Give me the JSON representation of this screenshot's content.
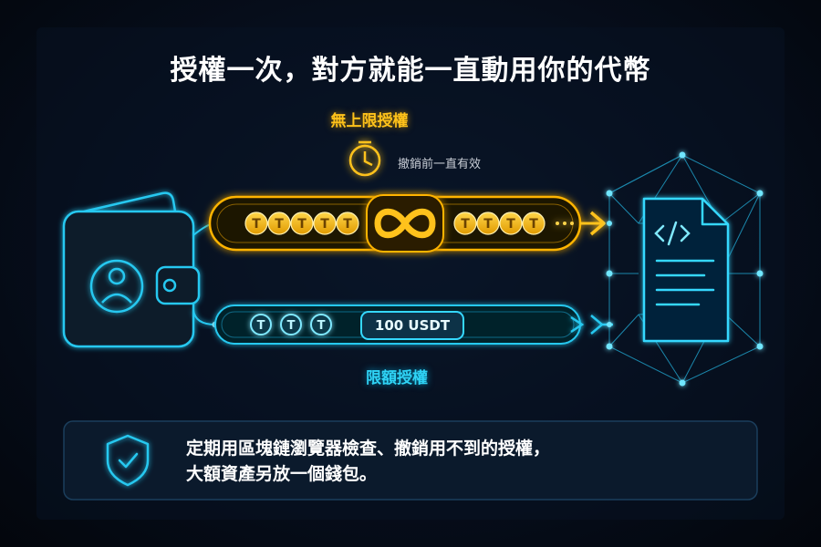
{
  "title": "授權一次，對方就能一直動用你的代幣",
  "unlimited": {
    "label": "無上限授權",
    "note": "撤銷前一直有效"
  },
  "limited": {
    "label": "限額授權",
    "amount": "100 USDT"
  },
  "tip": {
    "line1": "定期用區塊鏈瀏覽器檢查、撤銷用不到的授權，",
    "line2": "大額資產另放一個錢包。"
  },
  "colors": {
    "gold": "#ffc21a",
    "cyan": "#2fd3f5",
    "background": "#05070d"
  },
  "icons": [
    "wallet-icon",
    "user-icon",
    "clock-icon",
    "infinity-icon",
    "tether-coin-icon",
    "smart-contract-document-icon",
    "shield-check-icon"
  ]
}
